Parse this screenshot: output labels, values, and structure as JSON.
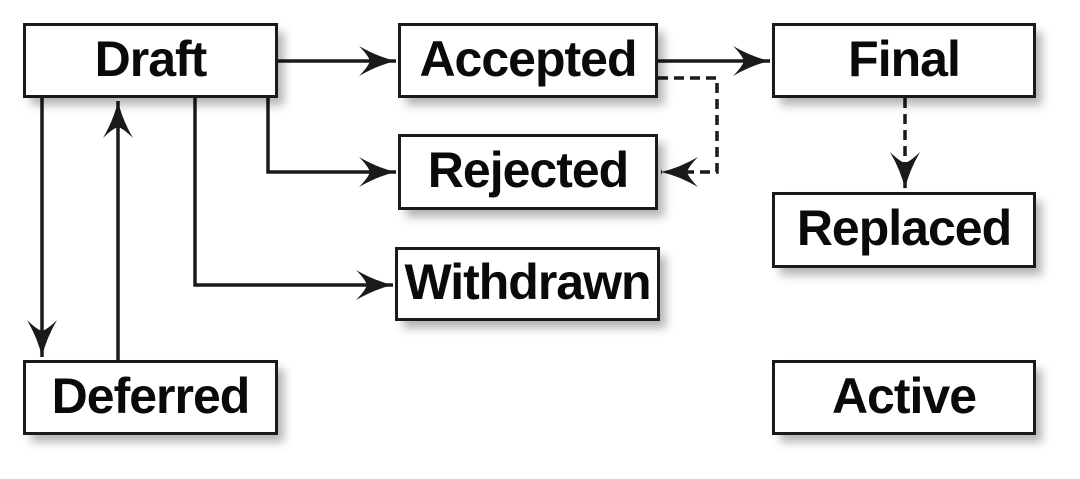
{
  "diagram": {
    "kind": "state-transition-diagram",
    "colors": {
      "background": "#ffffff",
      "node_fill": "#ffffff",
      "line_color": "#1a1a1a",
      "text_color": "#0a0a0a"
    },
    "nodes": [
      {
        "id": "draft",
        "label": "Draft"
      },
      {
        "id": "accepted",
        "label": "Accepted"
      },
      {
        "id": "final",
        "label": "Final"
      },
      {
        "id": "rejected",
        "label": "Rejected"
      },
      {
        "id": "withdrawn",
        "label": "Withdrawn"
      },
      {
        "id": "replaced",
        "label": "Replaced"
      },
      {
        "id": "deferred",
        "label": "Deferred"
      },
      {
        "id": "active",
        "label": "Active"
      }
    ],
    "edges": [
      {
        "from": "draft",
        "to": "accepted",
        "style": "solid"
      },
      {
        "from": "accepted",
        "to": "final",
        "style": "solid"
      },
      {
        "from": "draft",
        "to": "rejected",
        "style": "solid"
      },
      {
        "from": "draft",
        "to": "withdrawn",
        "style": "solid"
      },
      {
        "from": "draft",
        "to": "deferred",
        "style": "solid"
      },
      {
        "from": "deferred",
        "to": "draft",
        "style": "solid"
      },
      {
        "from": "accepted",
        "to": "rejected",
        "style": "dashed"
      },
      {
        "from": "final",
        "to": "replaced",
        "style": "dashed"
      }
    ]
  }
}
